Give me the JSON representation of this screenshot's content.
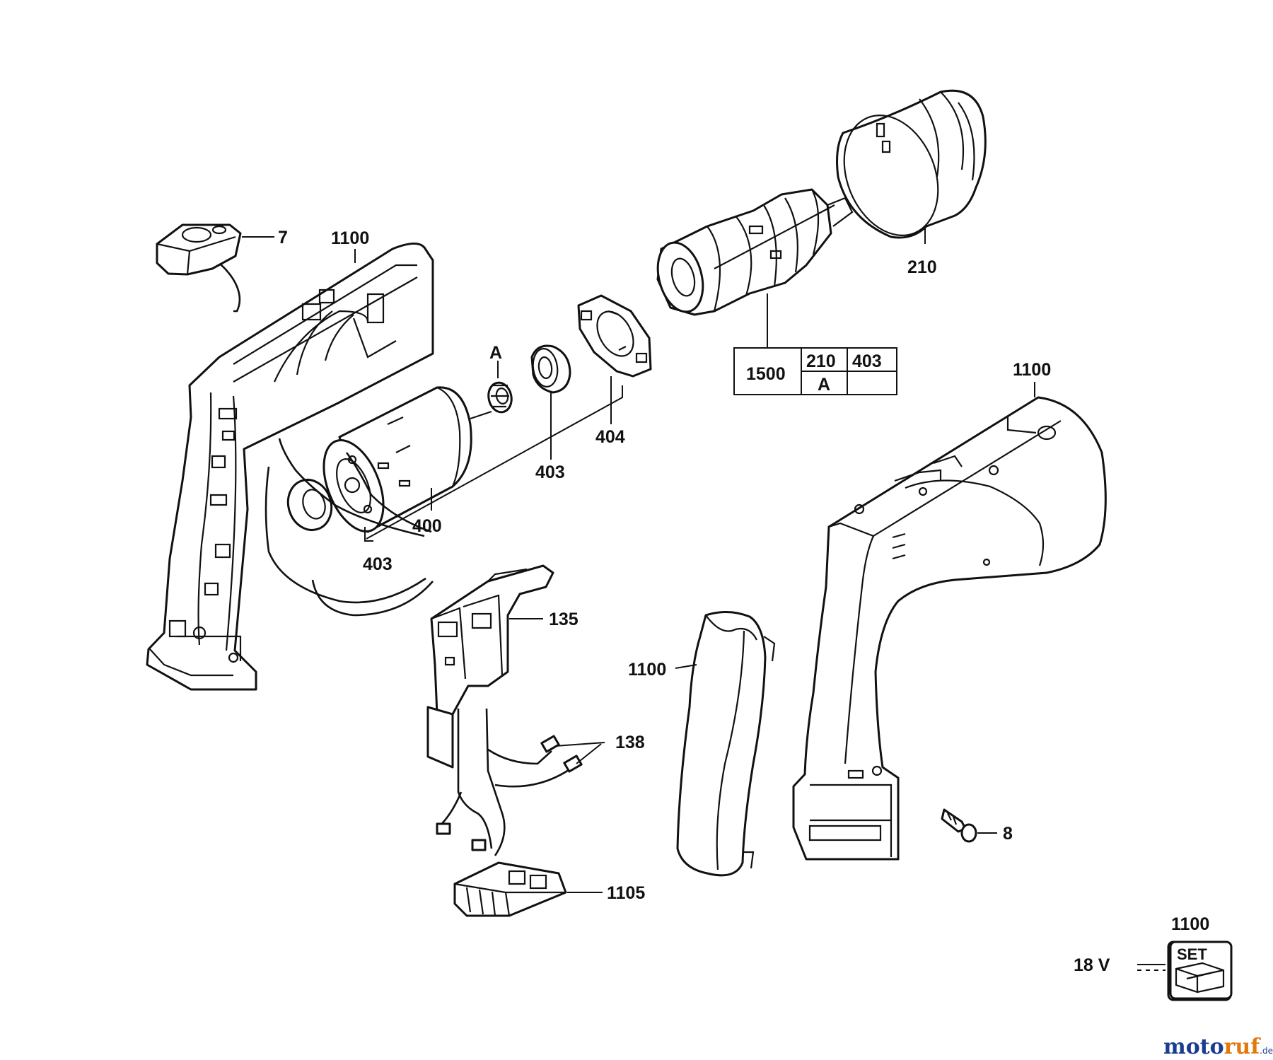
{
  "labels": {
    "part_7": "7",
    "part_1100_housing_left": "1100",
    "part_210": "210",
    "part_A": "A",
    "part_403_bearing_upper": "403",
    "part_404": "404",
    "part_400": "400",
    "part_403_bearing_lower": "403",
    "part_1100_housing_right": "1100",
    "part_135": "135",
    "part_1100_grip": "1100",
    "part_138": "138",
    "part_8": "8",
    "part_1105": "1105",
    "part_1100_set": "1100"
  },
  "kit_table": {
    "kit": "1500",
    "row1": [
      "210",
      "403"
    ],
    "row2": [
      "A",
      ""
    ]
  },
  "set_box": {
    "voltage": "18 V",
    "label": "SET"
  },
  "watermark": {
    "part1": "moto",
    "part2": "ruf",
    "suffix": ".de"
  }
}
